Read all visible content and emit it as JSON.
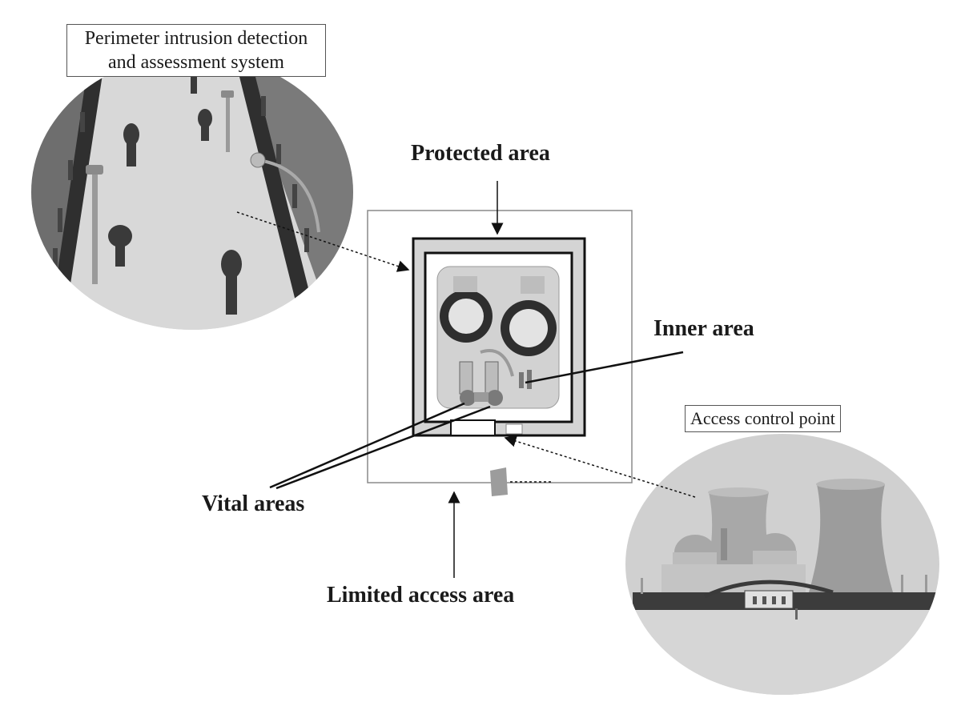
{
  "labels": {
    "pidas": [
      "Perimeter intrusion detection",
      "and assessment system"
    ],
    "protected_area": "Protected area",
    "inner_area": "Inner area",
    "vital_areas": "Vital areas",
    "limited_access_area": "Limited access area",
    "access_control_point": "Access control point"
  },
  "colors": {
    "line": "#111111",
    "outer_boundary": "#8a8a8a",
    "protected_band": "#d4d4d4",
    "circle_fill": "#cfcfcf",
    "fence": "#3c3c3c"
  }
}
